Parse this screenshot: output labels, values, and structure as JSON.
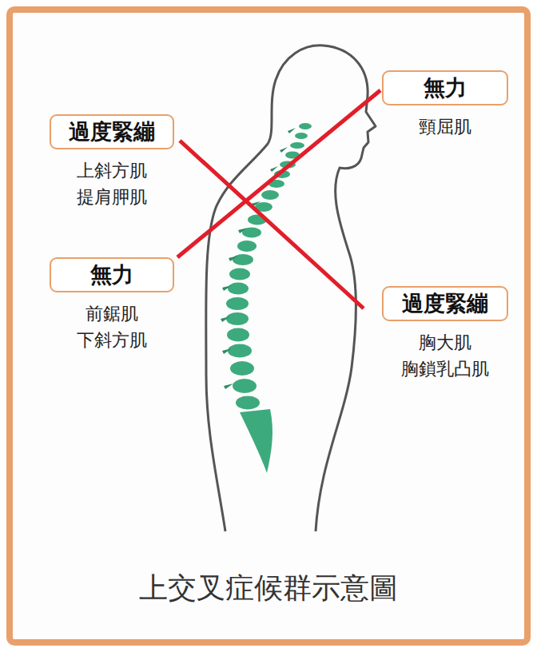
{
  "diagram": {
    "caption": "上交叉症候群示意圖",
    "nodes": [
      {
        "text": [
          "過度緊繃",
          "上斜方肌 提肩胛肌"
        ]
      },
      {
        "text": [
          "無力",
          "頸屈肌"
        ]
      },
      {
        "text": [
          "無力",
          "前鋸肌 下斜方肌"
        ]
      },
      {
        "text": [
          "過度緊繃",
          "胸大肌 胸鎖乳凸肌"
        ]
      }
    ]
  }
}
